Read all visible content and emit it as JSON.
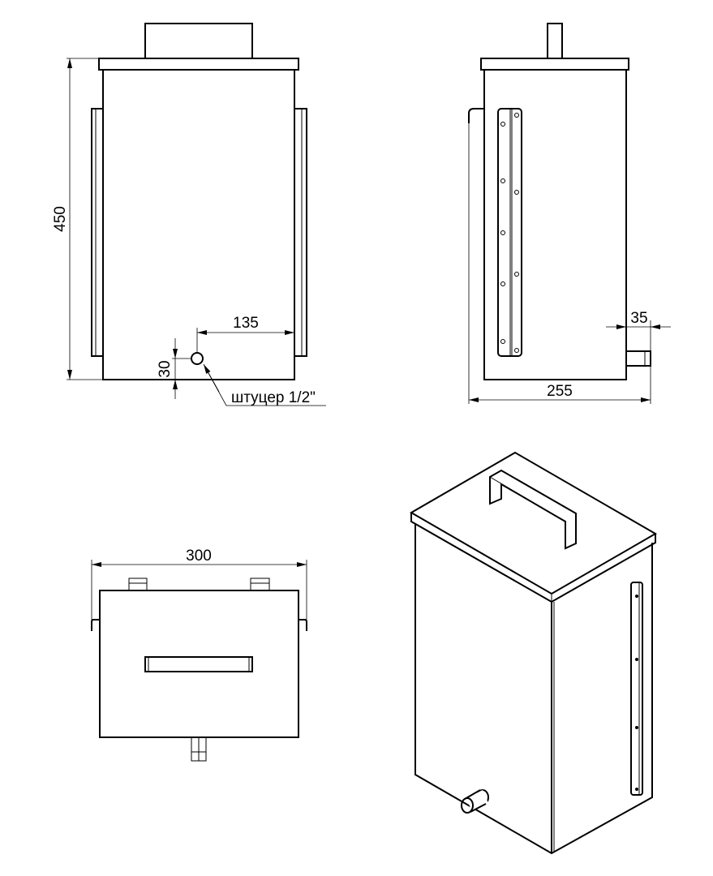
{
  "title": "Tank drawing: front, side, top and isometric views",
  "front_view": {
    "height_dim": "450",
    "fitting_offset_dim": "135",
    "fitting_height_dim": "30",
    "fitting_label": "штуцер 1/2\""
  },
  "side_view": {
    "depth_dim": "255",
    "fitting_length_dim": "35"
  },
  "top_view": {
    "width_dim": "300"
  },
  "colors": {
    "line": "#000000",
    "background": "#ffffff"
  }
}
